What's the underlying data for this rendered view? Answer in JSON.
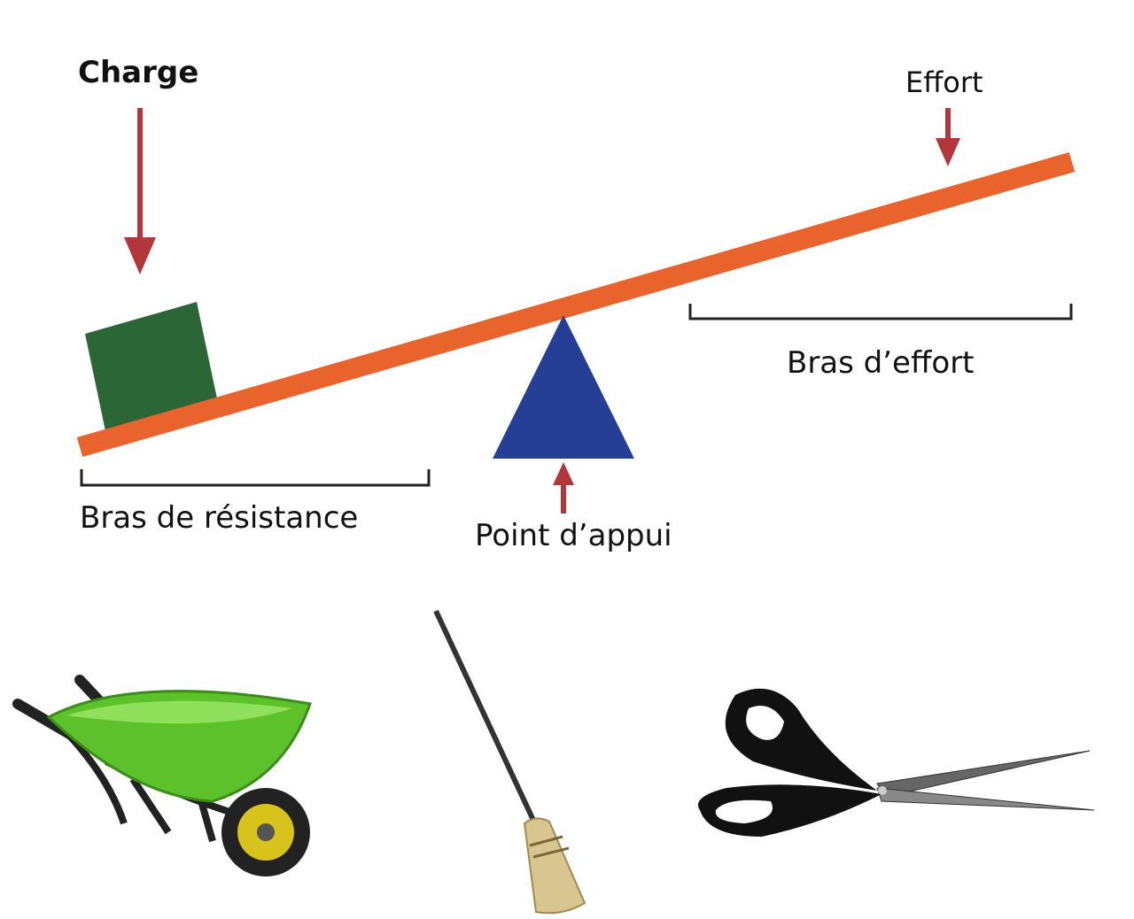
{
  "labels": {
    "load": "Charge",
    "effort": "Effort",
    "effort_arm": "Bras d’effort",
    "resistance_arm": "Bras de résistance",
    "fulcrum": "Point d’appui"
  },
  "colors": {
    "lever": "#e8642c",
    "load_block": "#2b6636",
    "fulcrum": "#243f95",
    "arrows": "#b3363a"
  },
  "examples": [
    "wheelbarrow-icon",
    "broom-icon",
    "scissors-icon"
  ]
}
